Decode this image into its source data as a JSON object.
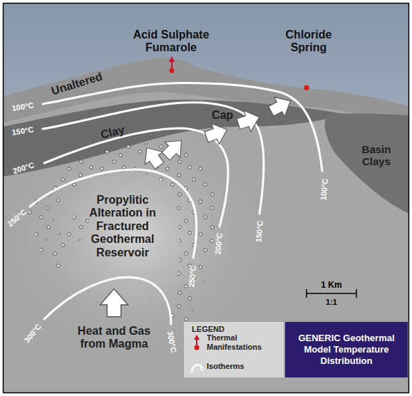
{
  "diagram": {
    "nodes": [
      {
        "text": [
          "GENERIC Geothermal Model Temperature Distribution"
        ]
      }
    ],
    "labels": [
      "Acid Sulphate Fumarole",
      "Chloride Spring",
      "Unaltered",
      "Clay",
      "Cap",
      "Basin Clays",
      "Propylitic Alteration in Fractured Geothermal Reservoir",
      "Heat and Gas from Magma",
      "100°C",
      "150°C",
      "200°C",
      "250°C",
      "300°C",
      "300°C",
      "250°C",
      "200°C",
      "150°C",
      "100°C",
      "1 Km",
      "1:1",
      "LEGEND"
    ],
    "legend": [
      {
        "text": "Thermal Manifestations"
      },
      {
        "text": "Isotherms"
      }
    ]
  }
}
